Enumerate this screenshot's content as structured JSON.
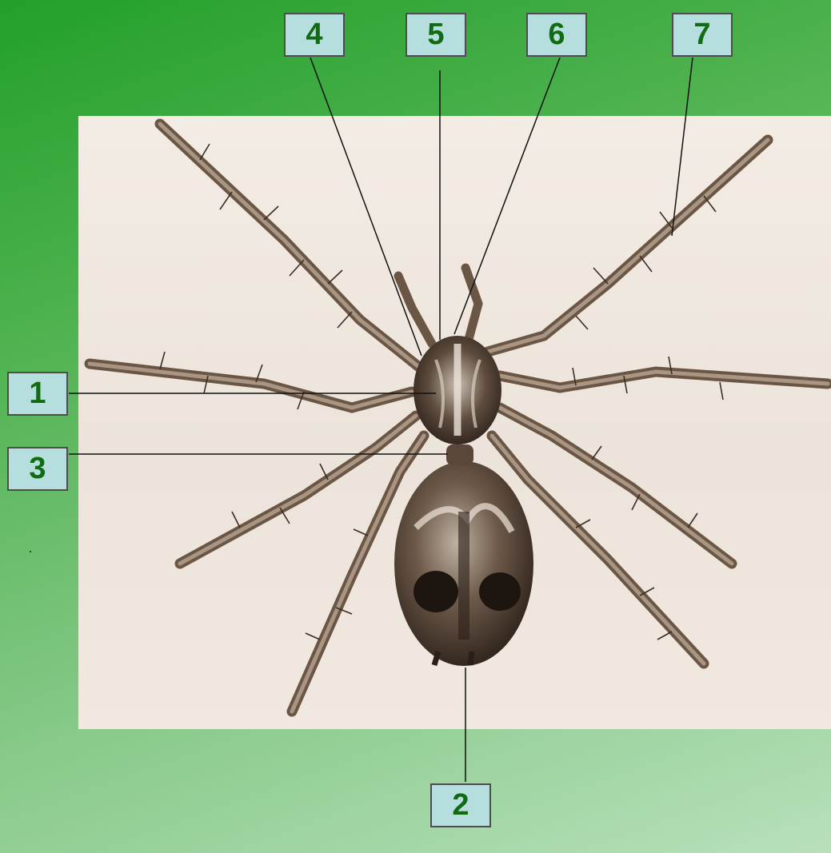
{
  "labels": [
    {
      "id": "1",
      "text": "1"
    },
    {
      "id": "2",
      "text": "2"
    },
    {
      "id": "3",
      "text": "3"
    },
    {
      "id": "4",
      "text": "4"
    },
    {
      "id": "5",
      "text": "5"
    },
    {
      "id": "6",
      "text": "6"
    },
    {
      "id": "7",
      "text": "7"
    }
  ],
  "colors": {
    "background_start": "#22a02a",
    "background_end": "#b8e0bb",
    "photo_background": "#efe6dc",
    "label_box_fill": "#b7dede",
    "label_box_border": "#4d4d4d",
    "label_text": "#116b11",
    "leader_line": "#111111"
  },
  "image": {
    "subject": "spider-photo"
  }
}
